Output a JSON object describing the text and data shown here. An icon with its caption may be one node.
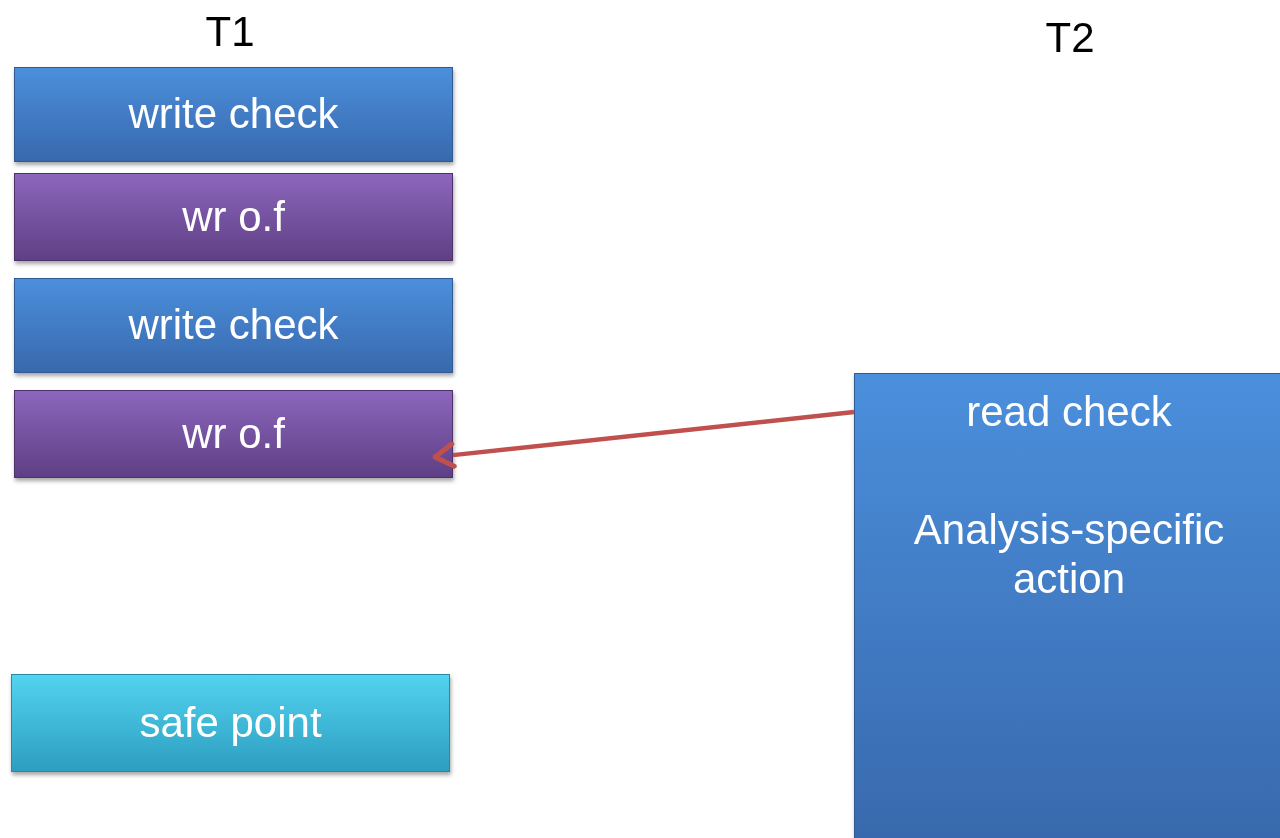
{
  "diagram": {
    "nodes": [
      {
        "text": [
          "write check"
        ]
      },
      {
        "text": [
          "wr o.f"
        ]
      },
      {
        "text": [
          "write check"
        ]
      },
      {
        "text": [
          "wr o.f"
        ]
      },
      {
        "text": [
          "safe point"
        ]
      },
      {
        "text": [
          "read check",
          "Analysis-specific action"
        ]
      }
    ],
    "edges": [
      {
        "from": 5,
        "to": 3,
        "arrow": "to",
        "color": "#c0504d"
      }
    ],
    "labels": [
      "T1",
      "T2"
    ]
  }
}
